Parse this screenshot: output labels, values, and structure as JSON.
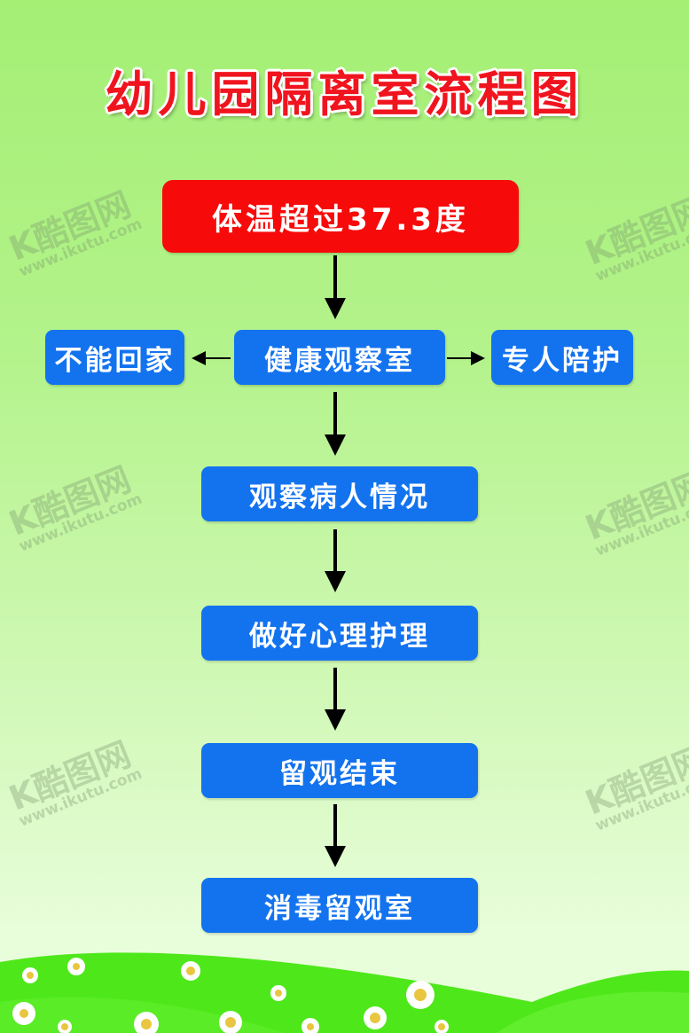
{
  "title": "幼儿园隔离室流程图",
  "nodes": {
    "start": "体温超过37.3度",
    "observation_room": "健康观察室",
    "left": "不能回家",
    "right": "专人陪护",
    "step1": "观察病人情况",
    "step2": "做好心理护理",
    "step3": "留观结束",
    "step4": "消毒留观室"
  },
  "colors": {
    "start": "#f70a0a",
    "node": "#1373ef",
    "title": "#f0141e"
  },
  "watermark": {
    "brand": "酷图网",
    "url": "www.ikutu.com"
  }
}
